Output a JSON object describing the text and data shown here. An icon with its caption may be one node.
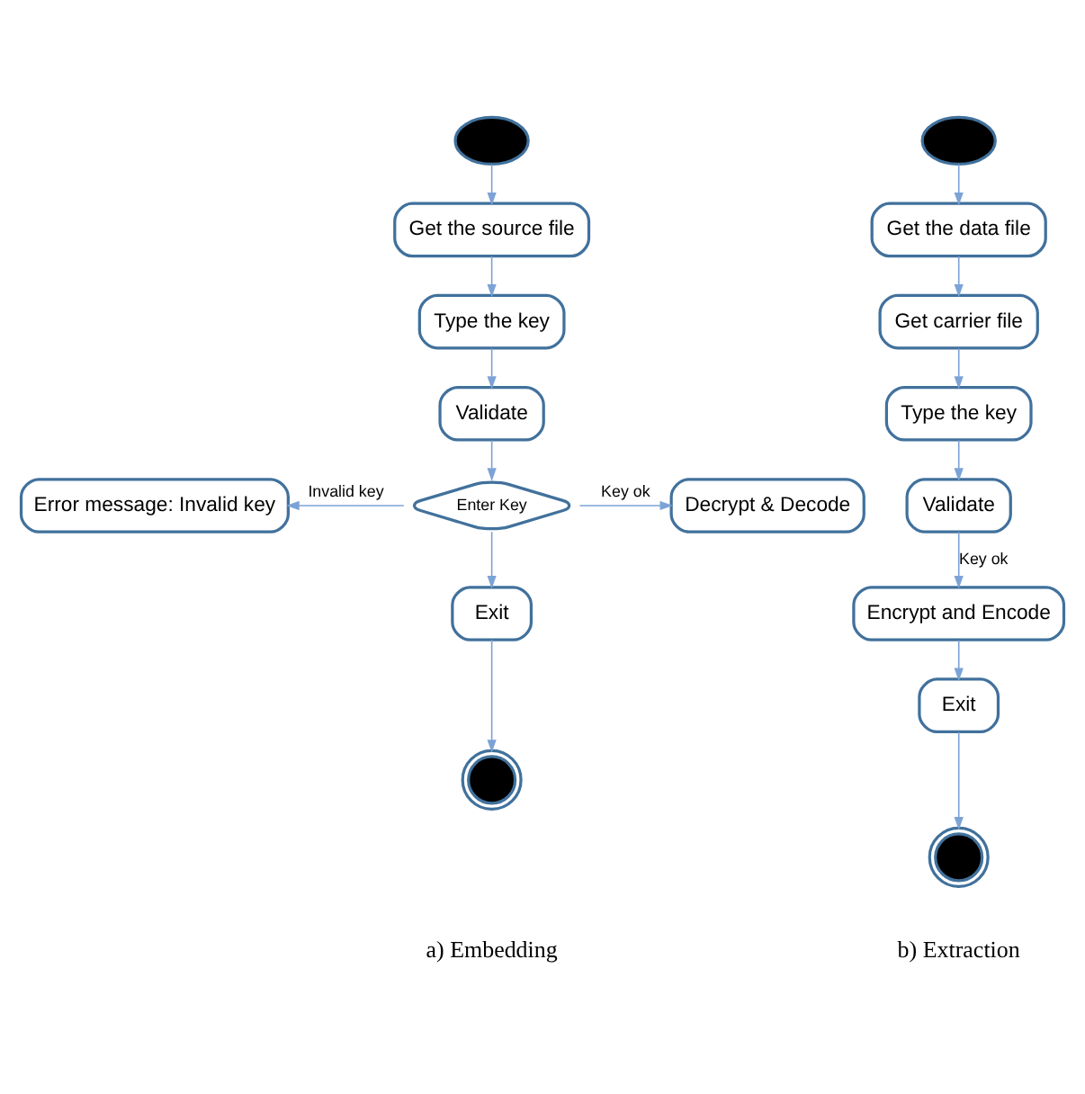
{
  "diagram": {
    "nodes": [
      {
        "text": [],
        "shape": "circle"
      },
      {
        "text": [
          "Get the source file"
        ]
      },
      {
        "text": [
          "Type the key"
        ]
      },
      {
        "text": [
          "Validate"
        ]
      },
      {
        "text": [
          "Enter Key"
        ]
      },
      {
        "text": [
          "Error message: Invalid key"
        ]
      },
      {
        "text": [
          "Decrypt & Decode"
        ]
      },
      {
        "text": [
          "Exit"
        ]
      },
      {
        "text": [],
        "shape": "bullseye"
      },
      {
        "text": [],
        "shape": "circle"
      },
      {
        "text": [
          "Get the data file"
        ]
      },
      {
        "text": [
          "Get carrier file"
        ]
      },
      {
        "text": [
          "Type the key"
        ]
      },
      {
        "text": [
          "Validate"
        ]
      },
      {
        "text": [
          "Encrypt and Encode"
        ]
      },
      {
        "text": [
          "Exit"
        ]
      },
      {
        "text": [],
        "shape": "bullseye"
      }
    ],
    "edges": [
      {
        "from": 0,
        "to": 1,
        "arrow": "to"
      },
      {
        "from": 1,
        "to": 2,
        "arrow": "to"
      },
      {
        "from": 2,
        "to": 3,
        "arrow": "to"
      },
      {
        "from": 3,
        "to": 4,
        "arrow": "to"
      },
      {
        "from": 4,
        "to": 5,
        "arrow": "to",
        "label": "Invalid key"
      },
      {
        "from": 4,
        "to": 6,
        "arrow": "to",
        "label": "Key ok"
      },
      {
        "from": 4,
        "to": 7,
        "arrow": "to"
      },
      {
        "from": 7,
        "to": 8,
        "arrow": "to"
      },
      {
        "from": 9,
        "to": 10,
        "arrow": "to"
      },
      {
        "from": 10,
        "to": 11,
        "arrow": "to"
      },
      {
        "from": 11,
        "to": 12,
        "arrow": "to"
      },
      {
        "from": 12,
        "to": 13,
        "arrow": "to"
      },
      {
        "from": 13,
        "to": 14,
        "arrow": "to",
        "label": "Key ok"
      },
      {
        "from": 14,
        "to": 15,
        "arrow": "to"
      },
      {
        "from": 15,
        "to": 16,
        "arrow": "to"
      }
    ],
    "labels": [
      "a) Embedding",
      "b) Extraction"
    ]
  }
}
